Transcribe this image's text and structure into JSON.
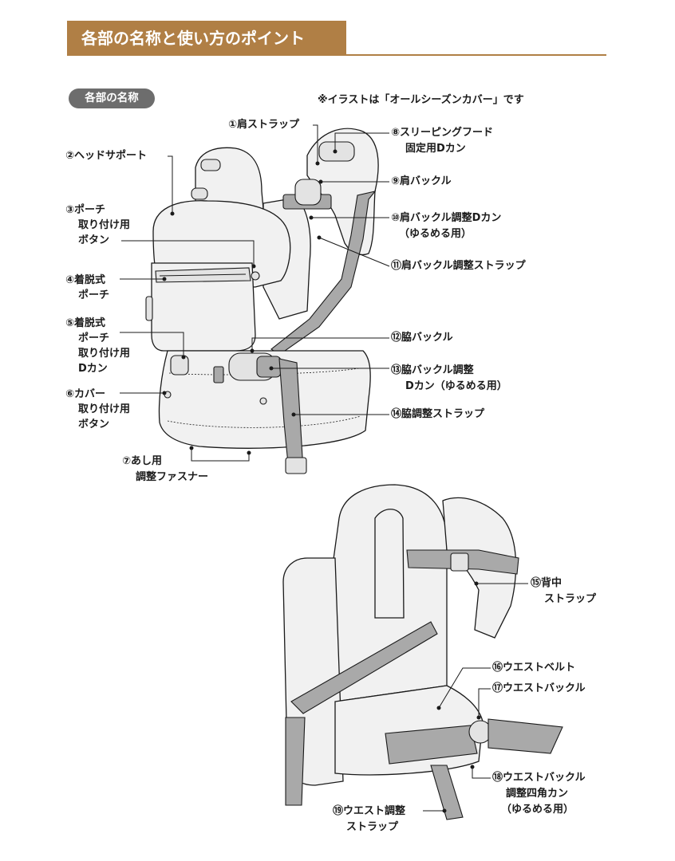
{
  "header": {
    "title": "各部の名称と使い方のポイント"
  },
  "section": {
    "label": "各部の名称"
  },
  "note": "※イラストは「オールシーズンカバー」です",
  "labels": {
    "l1": "①肩ストラップ",
    "l2": "②ヘッドサポート",
    "l3a": "③ポーチ",
    "l3b": "取り付け用",
    "l3c": "ボタン",
    "l4a": "④着脱式",
    "l4b": "ポーチ",
    "l5a": "⑤着脱式",
    "l5b": "ポーチ",
    "l5c": "取り付け用",
    "l5d": "Dカン",
    "l6a": "⑥カバー",
    "l6b": "取り付け用",
    "l6c": "ボタン",
    "l7a": "⑦あし用",
    "l7b": "調整ファスナー",
    "l8a": "⑧スリーピングフード",
    "l8b": "固定用Dカン",
    "l9": "⑨肩バックル",
    "l10a": "⑩肩バックル調整Dカン",
    "l10b": "（ゆるめる用）",
    "l11": "⑪肩バックル調整ストラップ",
    "l12": "⑫脇バックル",
    "l13a": "⑬脇バックル調整",
    "l13b": "Dカン（ゆるめる用）",
    "l14": "⑭脇調整ストラップ",
    "l15a": "⑮背中",
    "l15b": "ストラップ",
    "l16": "⑯ウエストベルト",
    "l17": "⑰ウエストバックル",
    "l18a": "⑱ウエストバックル",
    "l18b": "調整四角カン",
    "l18c": "（ゆるめる用）",
    "l19a": "⑲ウエスト調整",
    "l19b": "ストラップ"
  },
  "colors": {
    "accent": "#b07f45",
    "pill": "#6d6d6d",
    "strap": "#a9a9a9",
    "fabric": "#f1f1f1"
  }
}
